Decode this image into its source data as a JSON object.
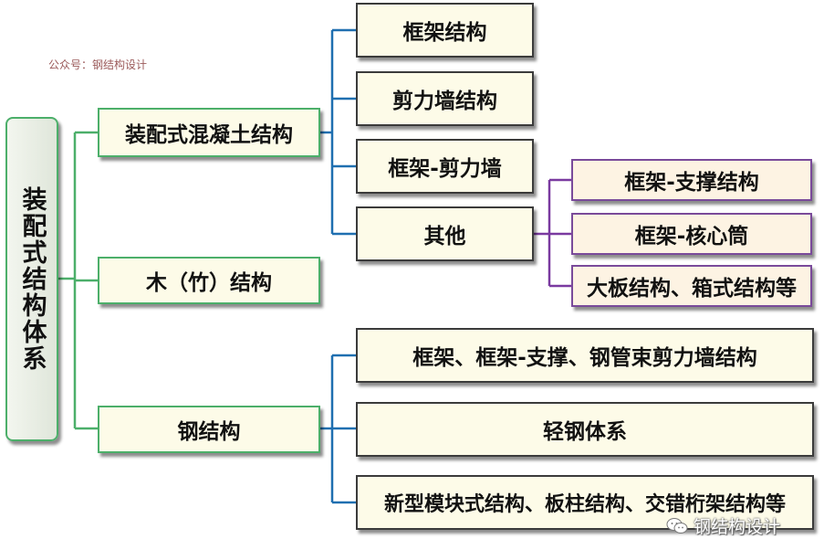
{
  "watermark": {
    "top": "公众号：钢结构设计",
    "bottom": "钢结构设计"
  },
  "root": {
    "label": "装配式结构体系"
  },
  "level1": [
    {
      "label": "装配式混凝土结构"
    },
    {
      "label": "木（竹）结构"
    },
    {
      "label": "钢结构"
    }
  ],
  "concrete_children": [
    {
      "label": "框架结构"
    },
    {
      "label": "剪力墙结构"
    },
    {
      "label": "框架-剪力墙"
    },
    {
      "label": "其他"
    }
  ],
  "other_children": [
    {
      "label": "框架-支撑结构"
    },
    {
      "label": "框架-核心筒"
    },
    {
      "label": "大板结构、箱式结构等"
    }
  ],
  "steel_children": [
    {
      "label": "框架、框架-支撑、钢管束剪力墙结构"
    },
    {
      "label": "轻钢体系"
    },
    {
      "label": "新型模块式结构、板柱结构、交错桁架结构等"
    }
  ],
  "colors": {
    "green_line": "#4caf6a",
    "blue_line": "#1f6fb0",
    "purple_line": "#7a3aa0",
    "box_fill": "#fdfbe8"
  }
}
